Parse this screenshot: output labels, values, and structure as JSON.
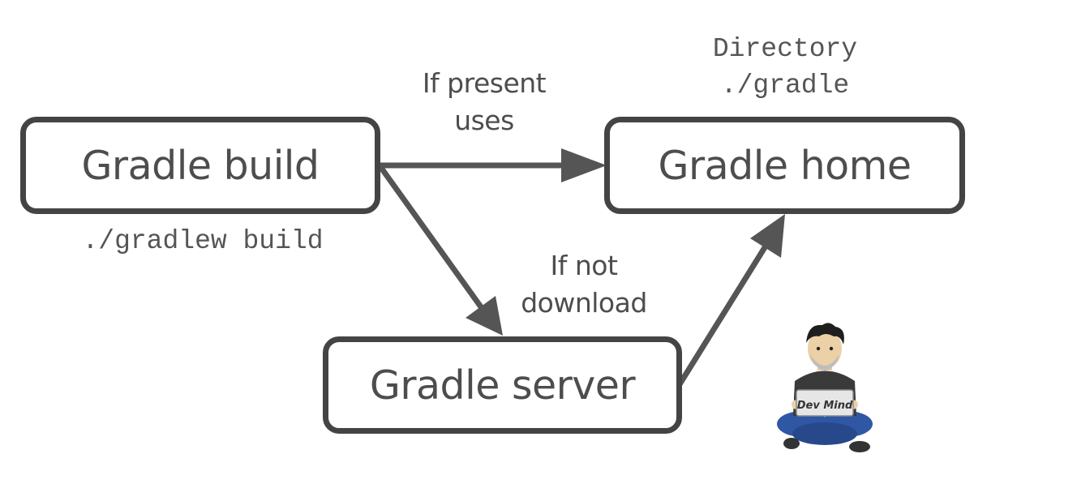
{
  "nodes": {
    "build": "Gradle build",
    "home": "Gradle home",
    "server": "Gradle server"
  },
  "notes": {
    "build_command": "./gradlew build",
    "directory_title": "Directory",
    "directory_path": "./gradle"
  },
  "edges": {
    "build_to_home_line1": "If present",
    "build_to_home_line2": "uses",
    "server_to_home_line1": "If not",
    "server_to_home_line2": "download"
  },
  "mascot": {
    "laptop_text": "Dev Mind"
  },
  "colors": {
    "stroke": "#444444",
    "text": "#4d4d4d"
  }
}
